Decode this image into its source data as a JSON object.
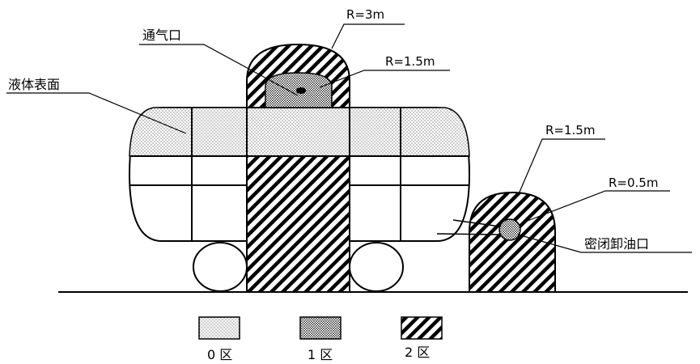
{
  "labels": {
    "vent": "通气口",
    "liquid_surface": "液体表面",
    "r_3m": "R=3m",
    "r_1_5m_top": "R=1.5m",
    "r_1_5m_right": "R=1.5m",
    "r_0_5m": "R=0.5m",
    "sealed_unloading": "密闭卸油口"
  },
  "legend": [
    {
      "label": "0 区",
      "pattern": "dots-light"
    },
    {
      "label": "1 区",
      "pattern": "dots-dense"
    },
    {
      "label": "2 区",
      "pattern": "hatch"
    }
  ],
  "colors": {
    "line": "#000000",
    "background": "#ffffff"
  }
}
